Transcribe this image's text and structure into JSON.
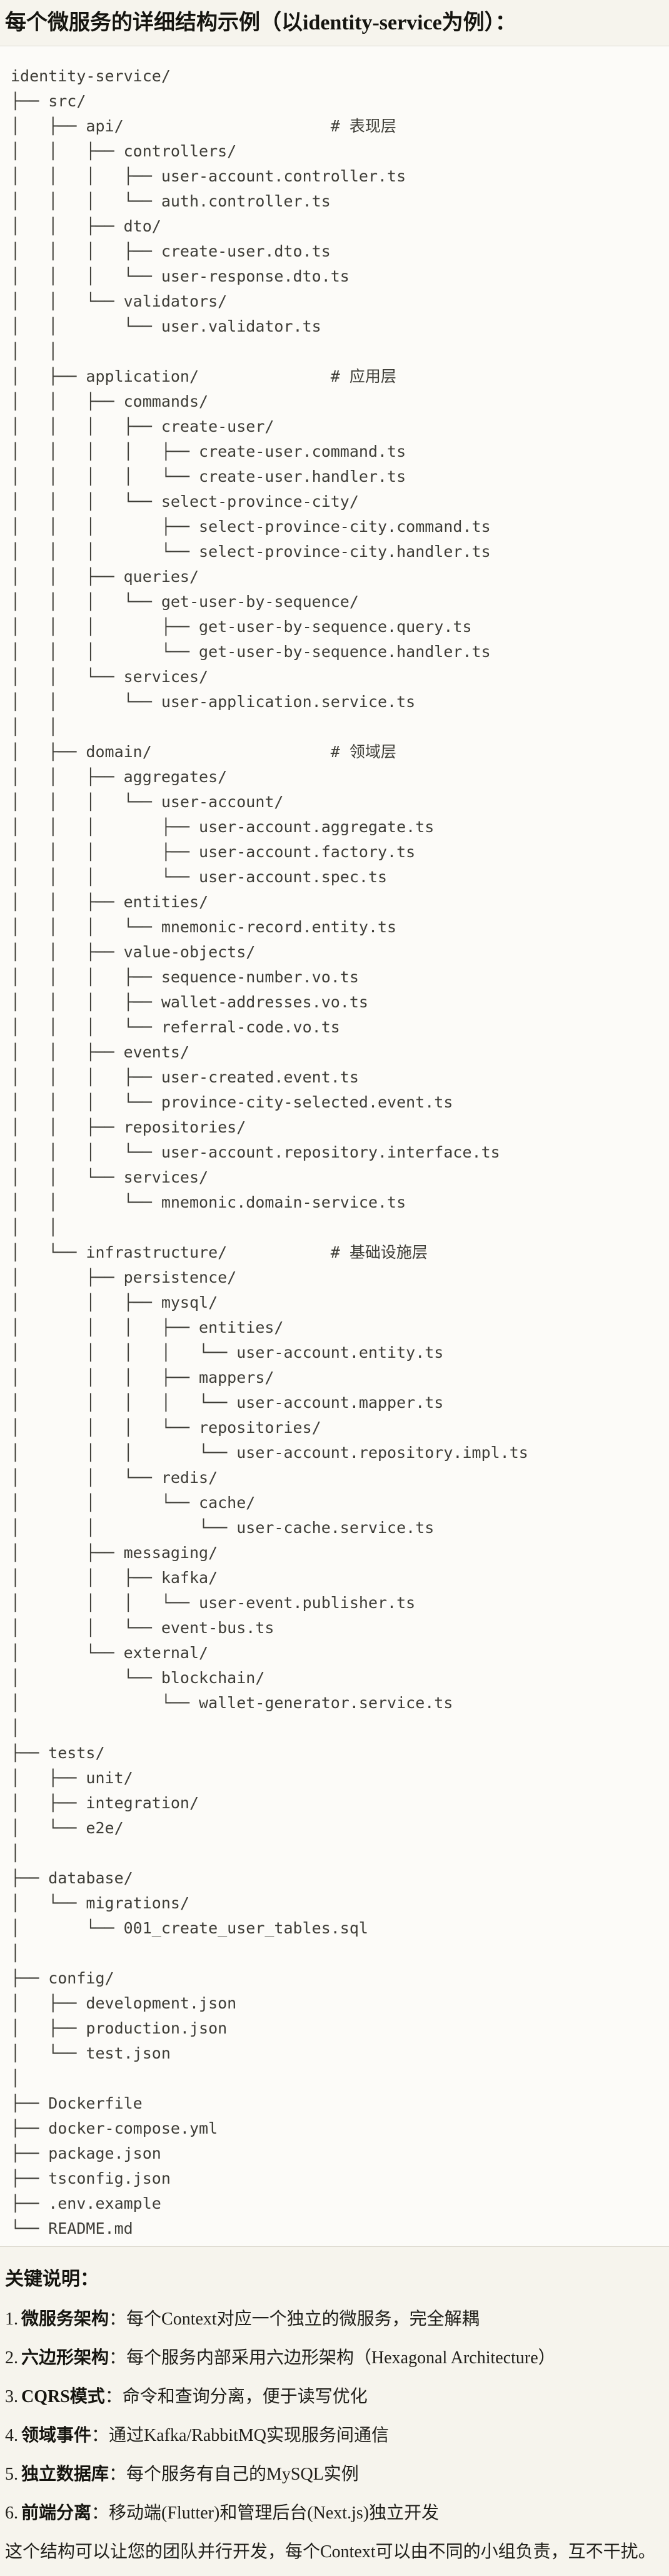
{
  "page": {
    "title": "每个微服务的详细结构示例（以identity-service为例）："
  },
  "code_block": {
    "lines": [
      "identity-service/",
      "├── src/",
      "│   ├── api/                      # 表现层",
      "│   │   ├── controllers/",
      "│   │   │   ├── user-account.controller.ts",
      "│   │   │   └── auth.controller.ts",
      "│   │   ├── dto/",
      "│   │   │   ├── create-user.dto.ts",
      "│   │   │   └── user-response.dto.ts",
      "│   │   └── validators/",
      "│   │       └── user.validator.ts",
      "│   │",
      "│   ├── application/              # 应用层",
      "│   │   ├── commands/",
      "│   │   │   ├── create-user/",
      "│   │   │   │   ├── create-user.command.ts",
      "│   │   │   │   └── create-user.handler.ts",
      "│   │   │   └── select-province-city/",
      "│   │   │       ├── select-province-city.command.ts",
      "│   │   │       └── select-province-city.handler.ts",
      "│   │   ├── queries/",
      "│   │   │   └── get-user-by-sequence/",
      "│   │   │       ├── get-user-by-sequence.query.ts",
      "│   │   │       └── get-user-by-sequence.handler.ts",
      "│   │   └── services/",
      "│   │       └── user-application.service.ts",
      "│   │",
      "│   ├── domain/                   # 领域层",
      "│   │   ├── aggregates/",
      "│   │   │   └── user-account/",
      "│   │   │       ├── user-account.aggregate.ts",
      "│   │   │       ├── user-account.factory.ts",
      "│   │   │       └── user-account.spec.ts",
      "│   │   ├── entities/",
      "│   │   │   └── mnemonic-record.entity.ts",
      "│   │   ├── value-objects/",
      "│   │   │   ├── sequence-number.vo.ts",
      "│   │   │   ├── wallet-addresses.vo.ts",
      "│   │   │   └── referral-code.vo.ts",
      "│   │   ├── events/",
      "│   │   │   ├── user-created.event.ts",
      "│   │   │   └── province-city-selected.event.ts",
      "│   │   ├── repositories/",
      "│   │   │   └── user-account.repository.interface.ts",
      "│   │   └── services/",
      "│   │       └── mnemonic.domain-service.ts",
      "│   │",
      "│   └── infrastructure/           # 基础设施层",
      "│       ├── persistence/",
      "│       │   ├── mysql/",
      "│       │   │   ├── entities/",
      "│       │   │   │   └── user-account.entity.ts",
      "│       │   │   ├── mappers/",
      "│       │   │   │   └── user-account.mapper.ts",
      "│       │   │   └── repositories/",
      "│       │   │       └── user-account.repository.impl.ts",
      "│       │   └── redis/",
      "│       │       └── cache/",
      "│       │           └── user-cache.service.ts",
      "│       ├── messaging/",
      "│       │   ├── kafka/",
      "│       │   │   └── user-event.publisher.ts",
      "│       │   └── event-bus.ts",
      "│       └── external/",
      "│           └── blockchain/",
      "│               └── wallet-generator.service.ts",
      "│",
      "├── tests/",
      "│   ├── unit/",
      "│   ├── integration/",
      "│   └── e2e/",
      "│",
      "├── database/",
      "│   └── migrations/",
      "│       └── 001_create_user_tables.sql",
      "│",
      "├── config/",
      "│   ├── development.json",
      "│   ├── production.json",
      "│   └── test.json",
      "│",
      "├── Dockerfile",
      "├── docker-compose.yml",
      "├── package.json",
      "├── tsconfig.json",
      "├── .env.example",
      "└── README.md"
    ]
  },
  "notes": {
    "heading": "关键说明：",
    "items": [
      {
        "number": "1.",
        "label": "微服务架构",
        "text": "：每个Context对应一个独立的微服务，完全解耦"
      },
      {
        "number": "2.",
        "label": "六边形架构",
        "text": "：每个服务内部采用六边形架构（Hexagonal Architecture）"
      },
      {
        "number": "3.",
        "label": "CQRS模式",
        "text": "：命令和查询分离，便于读写优化"
      },
      {
        "number": "4.",
        "label": "领域事件",
        "text": "：通过Kafka/RabbitMQ实现服务间通信"
      },
      {
        "number": "5.",
        "label": "独立数据库",
        "text": "：每个服务有自己的MySQL实例"
      },
      {
        "number": "6.",
        "label": "前端分离",
        "text": "：移动端(Flutter)和管理后台(Next.js)独立开发"
      }
    ],
    "footer": "这个结构可以让您的团队并行开发，每个Context可以由不同的小组负责，互不干扰。"
  },
  "colors": {
    "page_background": "#f6f4ed",
    "code_background": "#fcfbf8",
    "divider": "#dcd9d0",
    "code_text": "#3e3d37",
    "heading_text": "#15140f",
    "body_text": "#201f1a"
  }
}
